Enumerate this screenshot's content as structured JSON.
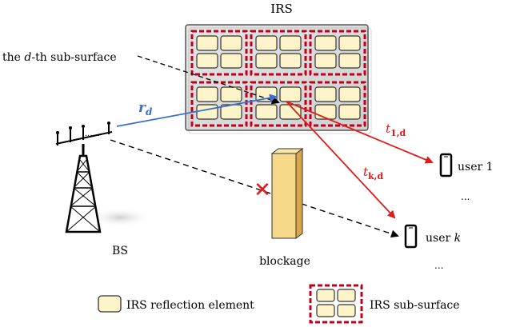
{
  "diagram": {
    "irs_title": "IRS",
    "subsurface_label_prefix": "the ",
    "subsurface_label_var": "d",
    "subsurface_label_suffix": "-th sub-surface",
    "bs_label": "BS",
    "blockage_label": "blockage",
    "rd_label": {
      "base": "r",
      "sub": "d"
    },
    "t1d_label": {
      "base": "t",
      "sub": "1,d"
    },
    "tkd_label": {
      "base": "t",
      "sub": "k,d"
    },
    "user1_label": "user 1",
    "userk_prefix": "user ",
    "userk_var": "k",
    "dots_1": "...",
    "dots_2": "...",
    "bs_antenna_dots": "......"
  },
  "legend": {
    "element_label": "IRS reflection element",
    "subsurface_label": "IRS sub-surface"
  },
  "colors": {
    "subsurface_border": "#c0001a",
    "element_fill": "#fdf5c9",
    "panel_fill": "#d8d8d8",
    "blue_link": "#3a6fcf",
    "red_link": "#e01b1b",
    "blockage_fill": "#f7d98a"
  }
}
